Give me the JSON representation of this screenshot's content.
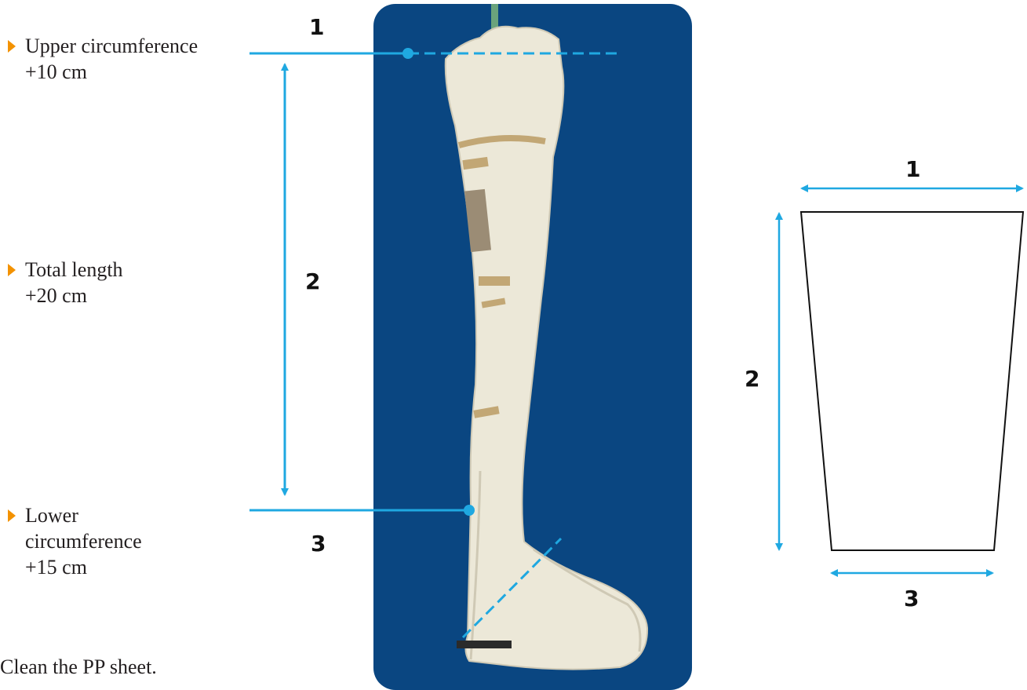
{
  "labels": {
    "upper": {
      "line1": "Upper circumference",
      "line2": "+10 cm"
    },
    "total": {
      "line1": "Total length",
      "line2": "+20 cm"
    },
    "lower": {
      "line1": "Lower",
      "line2": "circumference",
      "line3": "+15 cm"
    }
  },
  "markers": {
    "one": "1",
    "two": "2",
    "three": "3"
  },
  "footer": "Clean the PP sheet.",
  "colors": {
    "measure_line": "#1fa8e1",
    "bullet": "#f39200",
    "photo_bg": "#0a4681",
    "cast": "#ece8d8"
  }
}
